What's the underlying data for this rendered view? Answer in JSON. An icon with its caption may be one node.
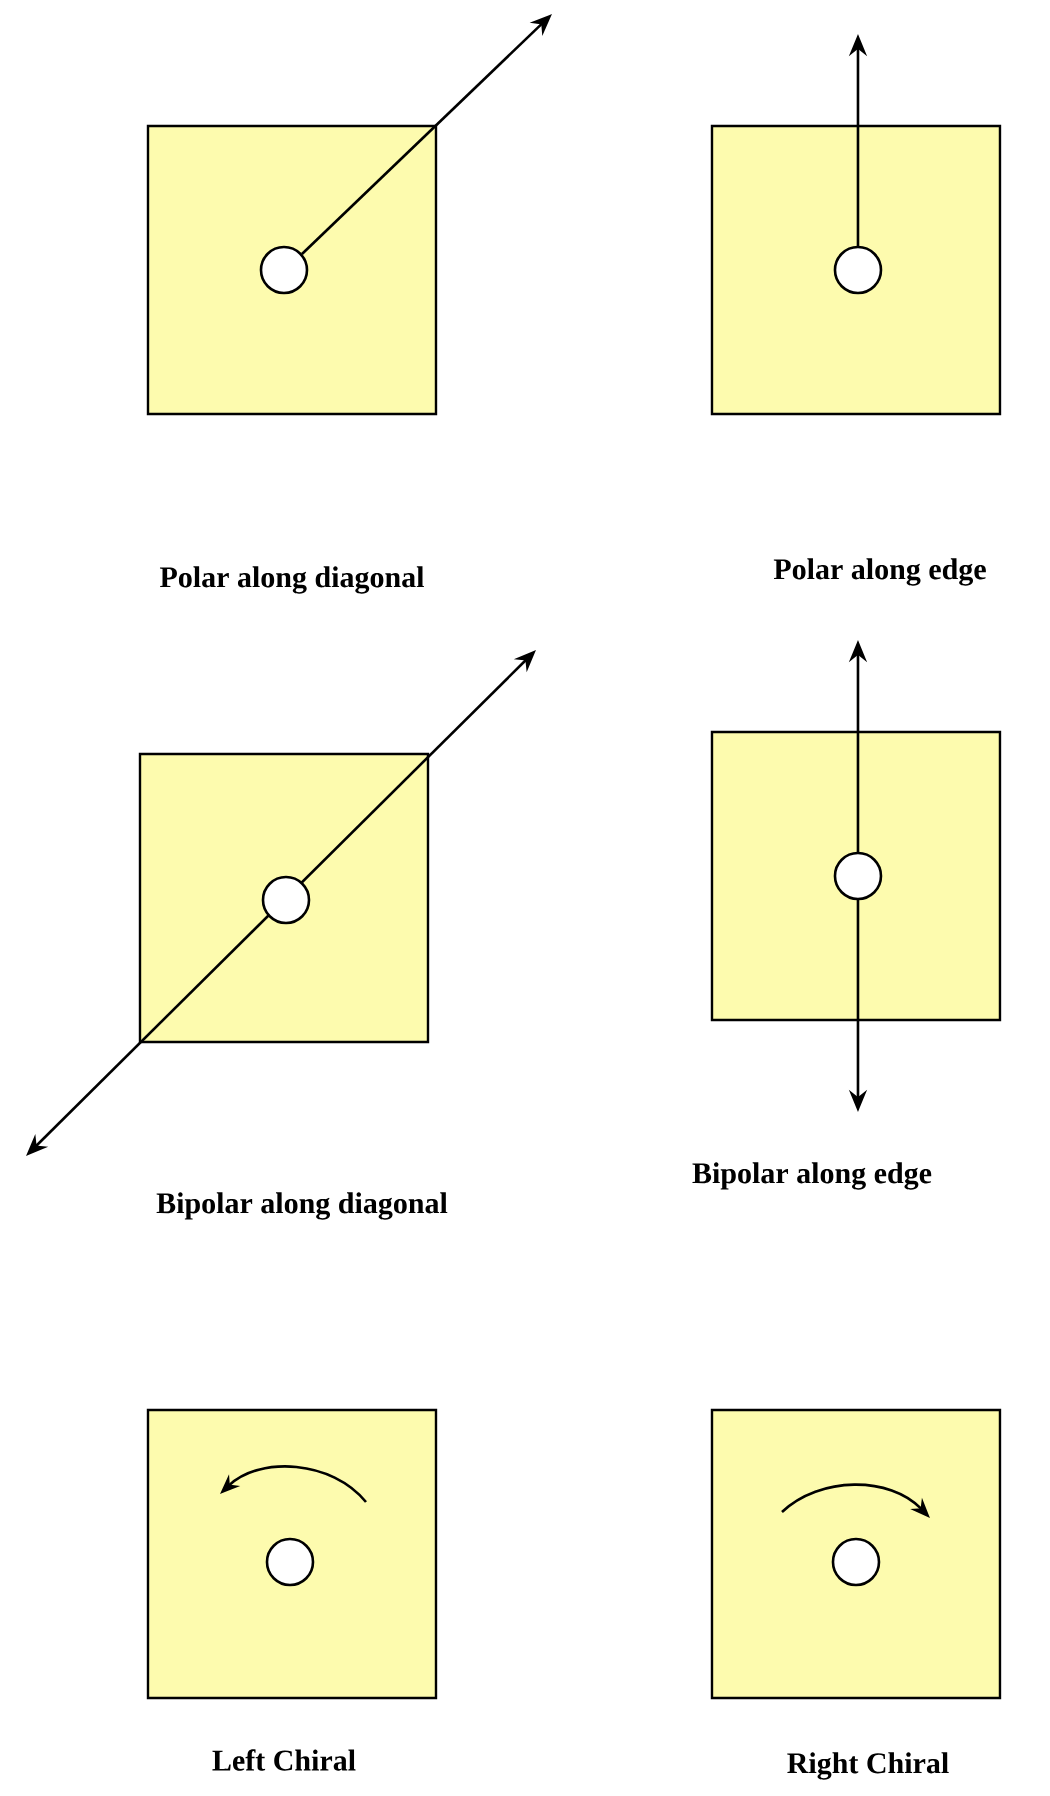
{
  "diagram": {
    "nodes": [
      {
        "text": [],
        "shape": "box"
      },
      {
        "text": [],
        "shape": "circle",
        "in": 0
      },
      {
        "text": [],
        "shape": "box"
      },
      {
        "text": [],
        "shape": "circle",
        "in": 2
      },
      {
        "text": [],
        "shape": "box"
      },
      {
        "text": [],
        "shape": "circle",
        "in": 4
      },
      {
        "text": [],
        "shape": "box"
      },
      {
        "text": [],
        "shape": "circle",
        "in": 6
      },
      {
        "text": [],
        "shape": "box"
      },
      {
        "text": [],
        "shape": "circle",
        "in": 8
      },
      {
        "text": [],
        "shape": "box"
      },
      {
        "text": [],
        "shape": "circle",
        "in": 10
      }
    ],
    "labels": [
      "Polar along diagonal",
      "Polar along edge",
      "Bipolar along diagonal",
      "Bipolar along edge",
      "Left Chiral",
      "Right Chiral"
    ]
  }
}
